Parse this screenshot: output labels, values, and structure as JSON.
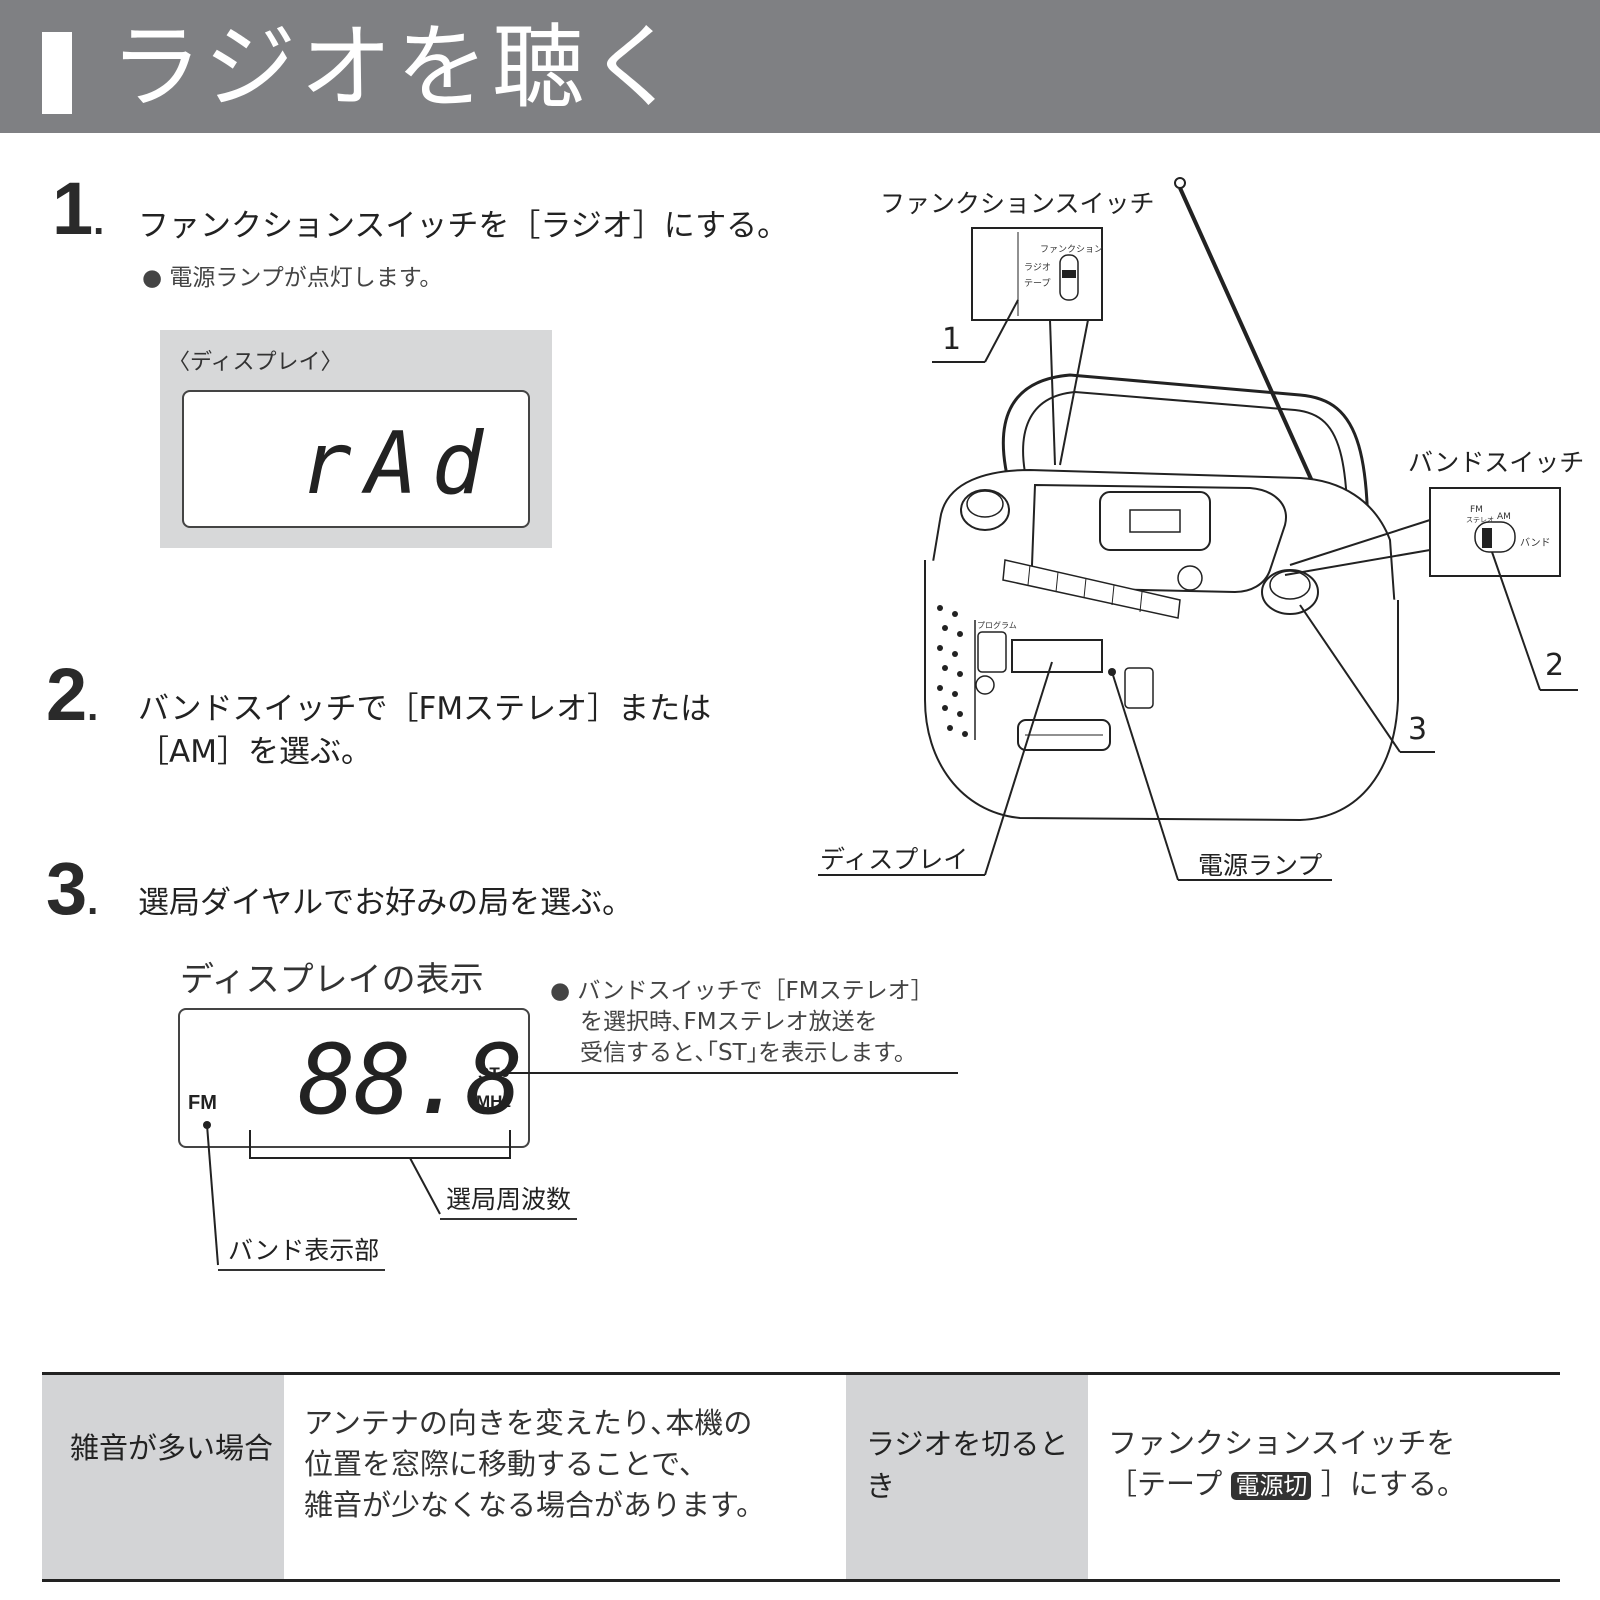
{
  "header": {
    "title": "ラジオを聴く"
  },
  "step1": {
    "number": "1",
    "text": "ファンクションスイッチを［ラジオ］にする。",
    "bullet": "電源ランプが点灯します。",
    "display_caption": "〈ディスプレイ〉",
    "display_value": "rAd"
  },
  "step2": {
    "number": "2",
    "line1": "バンドスイッチで［FMステレオ］または",
    "line2": "［AM］を選ぶ。"
  },
  "step3": {
    "number": "3",
    "text": "選局ダイヤルでお好みの局を選ぶ。",
    "display_title": "ディスプレイの表示",
    "lcd_digits": "88.8",
    "lcd_band": "FM",
    "lcd_st": "ST",
    "lcd_mhz": "MHz",
    "note_line1": "バンドスイッチで［FMステレオ］",
    "note_line2": "を選択時､FMステレオ放送を",
    "note_line3": "受信すると､｢ST｣を表示します。",
    "label_freq": "選局周波数",
    "label_band": "バンド表示部"
  },
  "diagram": {
    "function_switch_label": "ファンクションスイッチ",
    "band_switch_label": "バンドスイッチ",
    "display_label": "ディスプレイ",
    "power_lamp_label": "電源ランプ",
    "callout1": "1",
    "callout2": "2",
    "callout3": "3",
    "inset_function": "ファンクション",
    "inset_radio": "ラジオ",
    "inset_tape": "テープ",
    "inset_fm": "FM",
    "inset_stereo": "ステレオ",
    "inset_am": "AM",
    "inset_band": "バンド",
    "device_program": "プログラム"
  },
  "tips": {
    "noise_head": "雑音が多い場合",
    "noise_line1": "アンテナの向きを変えたり､本機の",
    "noise_line2": "位置を窓際に移動することで、",
    "noise_line3": "雑音が少なくなる場合があります。",
    "off_head": "ラジオを切るとき",
    "off_line1": "ファンクションスイッチを",
    "off_line2_pre": "［テープ",
    "off_line2_key": "電源切",
    "off_line2_post": "］にする。"
  }
}
